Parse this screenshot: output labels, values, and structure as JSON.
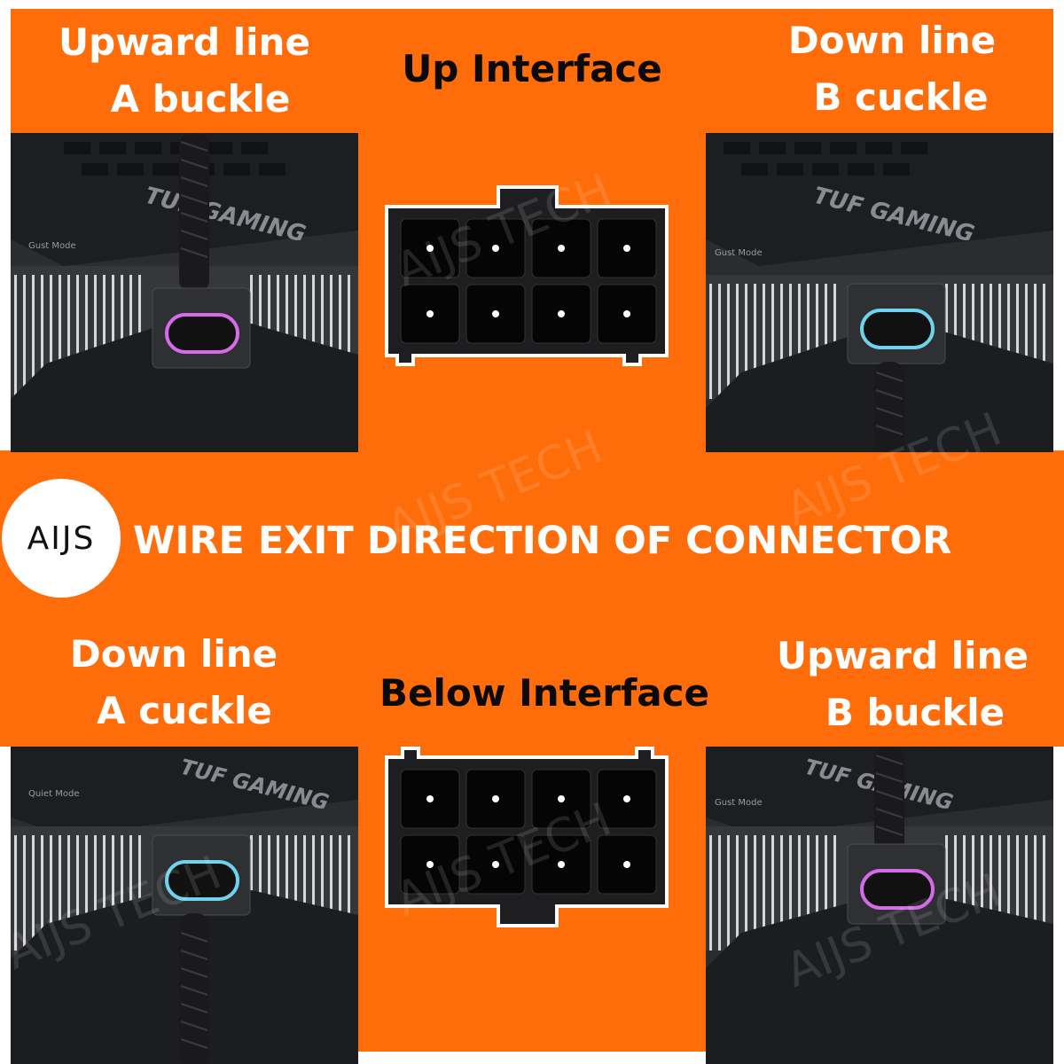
{
  "top_left": {
    "line1": "Upward line",
    "line2": "A buckle"
  },
  "top_center": {
    "title": "Up Interface"
  },
  "top_right": {
    "line1": "Down line",
    "line2": "B cuckle"
  },
  "logo": {
    "text": "AIJS"
  },
  "heading": "WIRE EXIT DIRECTION OF CONNECTOR",
  "bottom_left": {
    "line1": "Down line",
    "line2": "A cuckle"
  },
  "bottom_center": {
    "title": "Below Interface"
  },
  "bottom_right": {
    "line1": "Upward line",
    "line2": "B buckle"
  },
  "photo_text": {
    "brand": "TUF GAMING",
    "mode": "Quiet Mode",
    "mode_right": "Gust Mode"
  },
  "watermark": "AIJS TECH",
  "colors": {
    "accent_orange": "#ff6d0a",
    "white": "#ffffff",
    "black": "#0a0a0a"
  },
  "connector": {
    "rows": 2,
    "pins_per_row": 4
  }
}
